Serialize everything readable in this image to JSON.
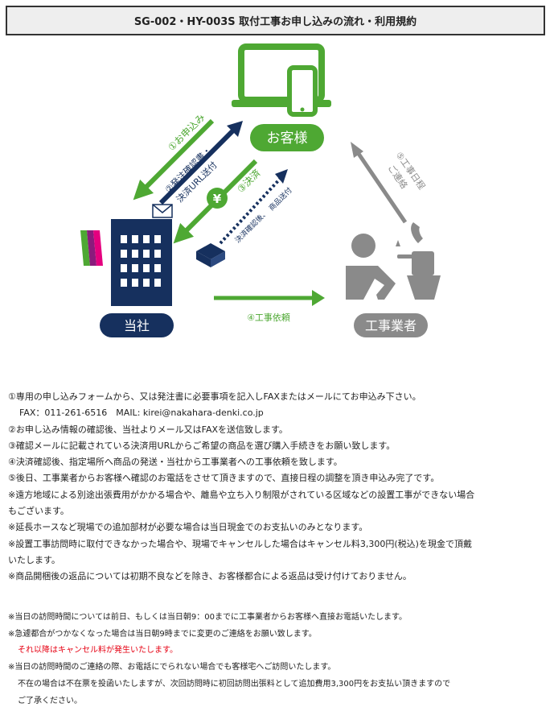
{
  "title": "SG-002・HY-003S 取付工事お申し込みの流れ・利用規約",
  "nodes": {
    "customer": "お客様",
    "company": "当社",
    "contractor": "工事業者"
  },
  "arrows": {
    "apply": "①お申込み",
    "confirm_line1": "②発注確認書・",
    "confirm_line2": "決済URL送付",
    "payment": "③決済",
    "ship_line1": "決済確認後、",
    "ship_line2": "商品送付",
    "order": "④工事依頼",
    "schedule_line1": "⑤工事日程",
    "schedule_line2": "ご連絡"
  },
  "yen": "¥",
  "colors": {
    "green": "#4ea833",
    "navy": "#16305e",
    "gray": "#8a8a8a",
    "red": "#e60012"
  },
  "notes": [
    "①専用の申し込みフォームから、又は発注書に必要事項を記入しFAXまたはメールにてお申込み下さい。",
    "FAX：011-261-6516　MAIL: kirei@nakahara-denki.co.jp",
    "②お申し込み情報の確認後、当社よりメール又はFAXを送信致します。",
    "③確認メールに記載されている決済用URLからご希望の商品を選び購入手続きをお願い致します。",
    "④決済確認後、指定場所へ商品の発送・当社から工事業者への工事依頼を致します。",
    "⑤後日、工事業者からお客様へ確認のお電話をさせて頂きますので、直接日程の調整を頂き申込み完了です。",
    "※遠方地域による別途出張費用がかかる場合や、離島や立ち入り制限がされている区域などの設置工事ができない場合",
    "もございます。",
    "※延長ホースなど現場での追加部材が必要な場合は当日現金でのお支払いのみとなります。",
    "※設置工事訪問時に取付できなかった場合や、現場でキャンセルした場合はキャンセル料3,300円(税込)を現金で頂戴",
    "いたします。",
    "※商品開梱後の返品については初期不良などを除き、お客様都合による返品は受け付けておりません。"
  ],
  "notes2": [
    "※当日の訪問時間については前日、もしくは当日朝9：00までに工事業者からお客様へ直接お電話いたします。",
    "※急遽都合がつかなくなった場合は当日朝9時までに変更のご連絡をお願い致します。",
    "それ以降はキャンセル料が発生いたします。",
    "※当日の訪問時間のご連絡の際、お電話にでられない場合でも客様宅へご訪問いたします。",
    "不在の場合は不在票を投函いたしますが、次回訪問時に初回訪問出張料として追加費用3,300円をお支払い頂きますので",
    "ご了承ください。"
  ]
}
